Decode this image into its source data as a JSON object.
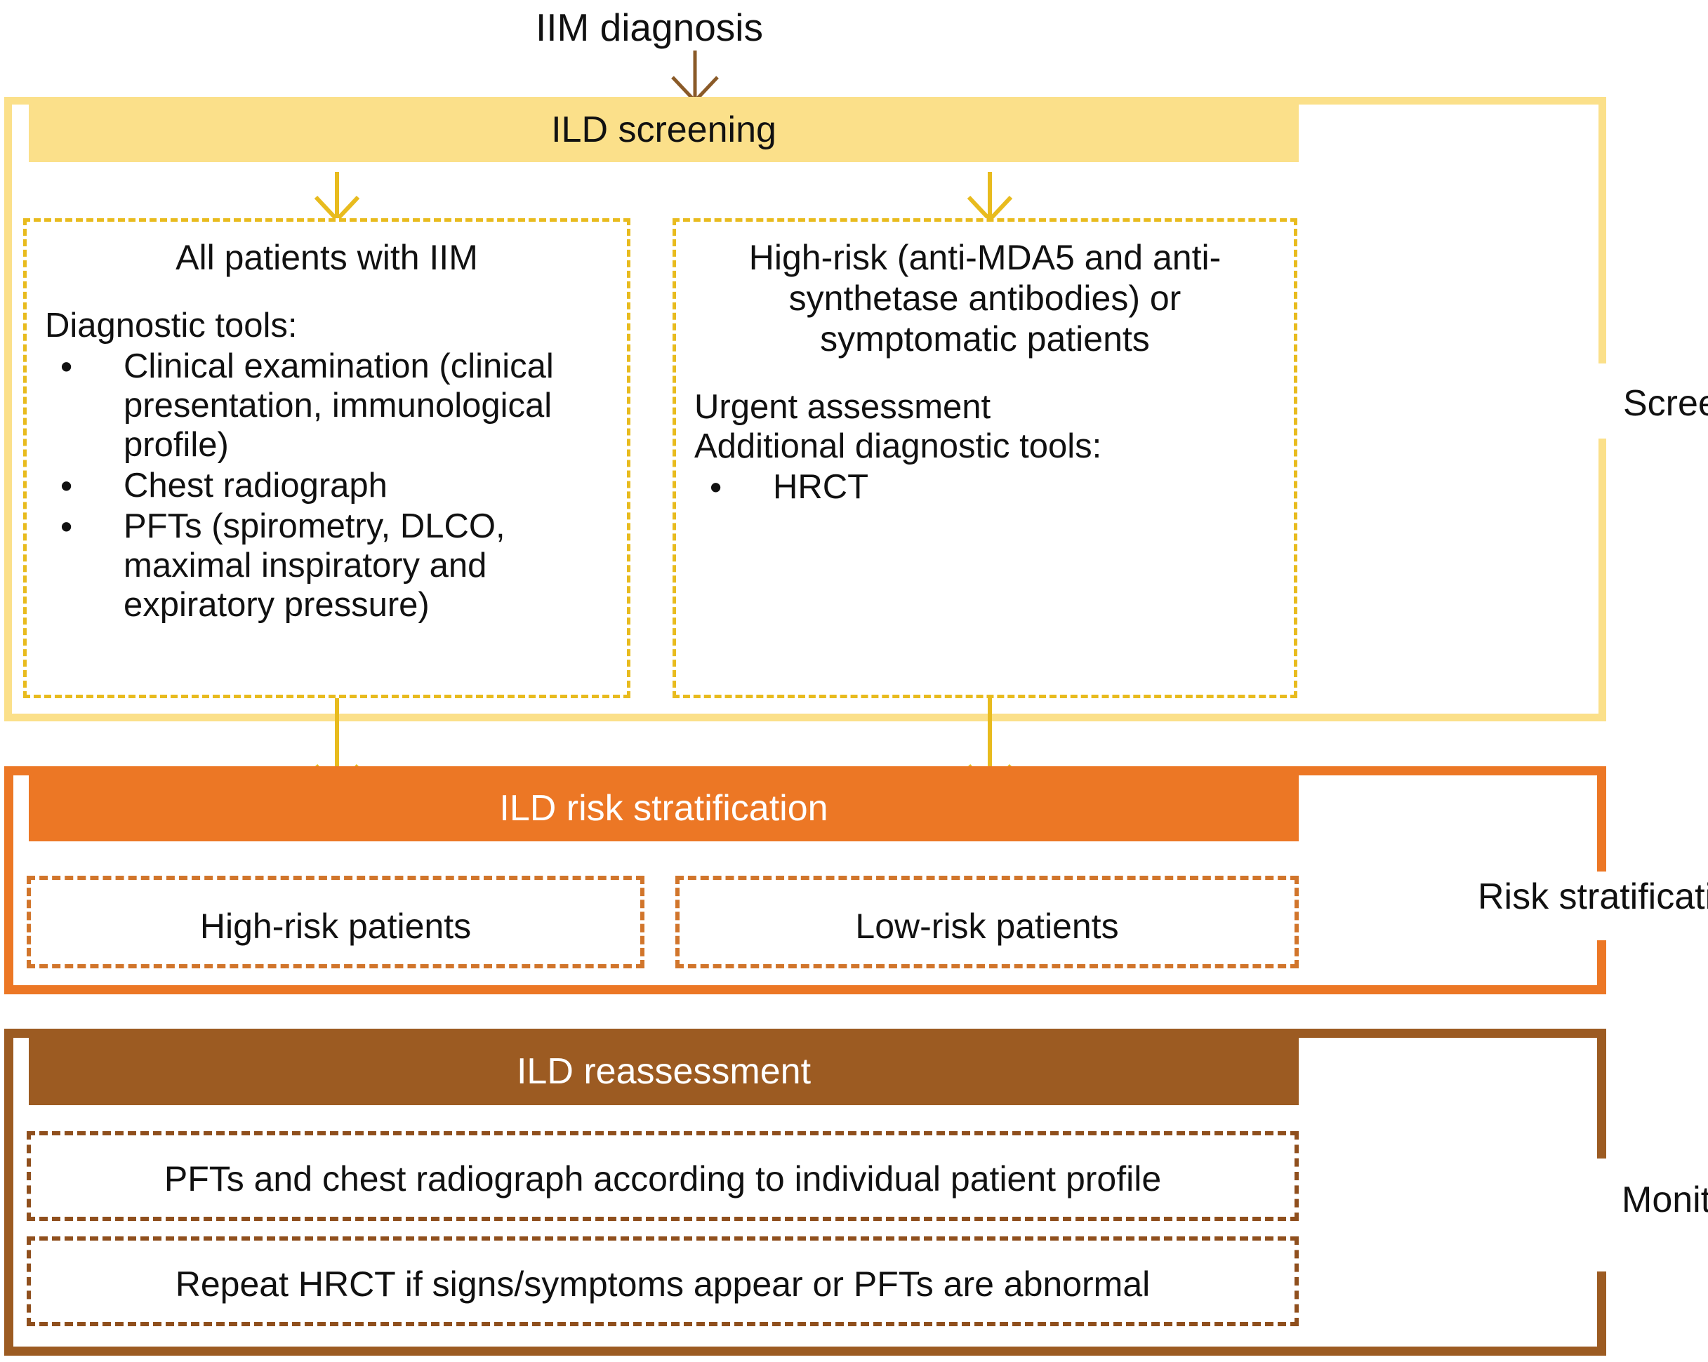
{
  "entry": {
    "label": "IIM diagnosis"
  },
  "stages": {
    "screening": "Screening",
    "risk_stratification": "Risk stratification",
    "monitoring": "Monitoring"
  },
  "sections": {
    "screening": {
      "bar_label": "ILD screening",
      "bar_color": "#fbe08a",
      "frame_color": "#fbe08a",
      "dashed_color": "#e8bb1e",
      "boxes": {
        "all_patients": {
          "title": "All patients with IIM",
          "lead": "Diagnostic tools:",
          "bullets": [
            "Clinical examination (clinical presentation, immunological profile)",
            "Chest radiograph",
            "PFTs (spirometry, DLCO, maximal inspiratory and expiratory pressure)"
          ]
        },
        "high_risk": {
          "title": "High-risk (anti-MDA5 and anti-synthetase antibodies) or symptomatic patients",
          "lead_1": "Urgent assessment",
          "lead_2": "Additional diagnostic tools:",
          "bullets": [
            "HRCT"
          ]
        }
      }
    },
    "risk_stratification": {
      "bar_label": "ILD risk stratification",
      "bar_color": "#ec7725",
      "frame_color": "#ec7725",
      "dashed_color": "#d1752b",
      "boxes": {
        "high_risk_patients": "High-risk patients",
        "low_risk_patients": "Low-risk patients"
      }
    },
    "monitoring": {
      "bar_label": "ILD reassessment",
      "bar_color": "#9c5b22",
      "frame_color": "#9c5b22",
      "dashed_color": "#8f4f1d",
      "boxes": {
        "pfts": "PFTs  and chest radiograph according to individual patient profile",
        "repeat_hrct": "Repeat HRCT if signs/symptoms appear or PFTs are abnormal"
      }
    }
  },
  "arrows": {
    "entry_to_screening_color": "#8a5a28",
    "flow_color": "#e8bb1e"
  }
}
